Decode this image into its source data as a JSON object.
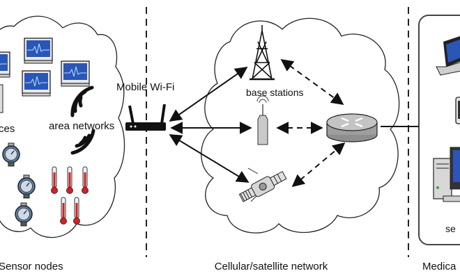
{
  "labels": {
    "mobile_wifi": "Mobile Wi-Fi",
    "area_networks": "area networks",
    "devices_fragment": "ces",
    "base_stations": "base stations",
    "servers_fragment": "se",
    "sensor_nodes": "Sensor nodes",
    "cellular_network": "Cellular/satellite network",
    "medical_fragment": "Medica"
  },
  "colors": {
    "outline": "#222222",
    "monitor_screen": "#2a56b8",
    "thermo_red": "#d42020",
    "gauge_face": "#5d7fa6",
    "router_body": "#b7b7b7",
    "dashed_line": "#222222"
  },
  "icons": {
    "monitor": "monitor-icon",
    "gauge": "pressure-gauge-icon",
    "thermometer": "thermometer-icon",
    "wifi": "wifi-signal-icon",
    "router": "router-icon",
    "tower": "cell-tower-icon",
    "antenna": "antenna-icon",
    "satellite": "satellite-icon",
    "laptop": "laptop-icon",
    "phone": "phone-icon",
    "desktop": "desktop-computer-icon"
  }
}
